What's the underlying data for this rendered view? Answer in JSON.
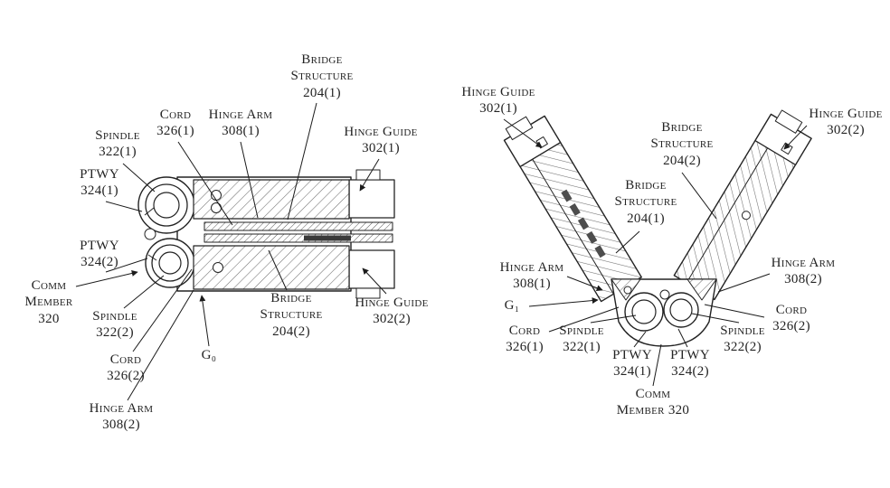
{
  "figure": {
    "kind": "patent-hinge-diagram",
    "left": {
      "labels": [
        {
          "id": "bridge-structure-204-1",
          "text": "Bridge\nStructure\n204(1)"
        },
        {
          "id": "cord-326-1",
          "text": "Cord\n326(1)"
        },
        {
          "id": "hinge-arm-308-1",
          "text": "Hinge Arm\n308(1)"
        },
        {
          "id": "spindle-322-1",
          "text": "Spindle\n322(1)"
        },
        {
          "id": "ptwy-324-1",
          "text": "PTWY\n324(1)"
        },
        {
          "id": "ptwy-324-2",
          "text": "PTWY\n324(2)"
        },
        {
          "id": "comm-member-320",
          "text": "Comm\nMember\n320"
        },
        {
          "id": "spindle-322-2",
          "text": "Spindle\n322(2)"
        },
        {
          "id": "cord-326-2",
          "text": "Cord\n326(2)"
        },
        {
          "id": "hinge-arm-308-2",
          "text": "Hinge Arm\n308(2)"
        },
        {
          "id": "g0",
          "text": "G₀"
        },
        {
          "id": "bridge-structure-204-2",
          "text": "Bridge\nStructure\n204(2)"
        },
        {
          "id": "hinge-guide-302-1",
          "text": "Hinge Guide\n302(1)"
        },
        {
          "id": "hinge-guide-302-2",
          "text": "Hinge Guide\n302(2)"
        }
      ]
    },
    "right": {
      "labels": [
        {
          "id": "hinge-guide-302-1",
          "text": "Hinge Guide\n302(1)"
        },
        {
          "id": "hinge-guide-302-2",
          "text": "Hinge Guide\n302(2)"
        },
        {
          "id": "bridge-structure-204-2",
          "text": "Bridge\nStructure\n204(2)"
        },
        {
          "id": "bridge-structure-204-1",
          "text": "Bridge\nStructure\n204(1)"
        },
        {
          "id": "hinge-arm-308-1",
          "text": "Hinge Arm\n308(1)"
        },
        {
          "id": "hinge-arm-308-2",
          "text": "Hinge Arm\n308(2)"
        },
        {
          "id": "g1",
          "text": "G₁"
        },
        {
          "id": "cord-326-1",
          "text": "Cord\n326(1)"
        },
        {
          "id": "spindle-322-1",
          "text": "Spindle\n322(1)"
        },
        {
          "id": "cord-326-2",
          "text": "Cord\n326(2)"
        },
        {
          "id": "spindle-322-2",
          "text": "Spindle\n322(2)"
        },
        {
          "id": "ptwy-324-1",
          "text": "PTWY\n324(1)"
        },
        {
          "id": "ptwy-324-2",
          "text": "PTWY\n324(2)"
        },
        {
          "id": "comm-member-320",
          "text": "Comm\nMember 320"
        }
      ]
    }
  }
}
